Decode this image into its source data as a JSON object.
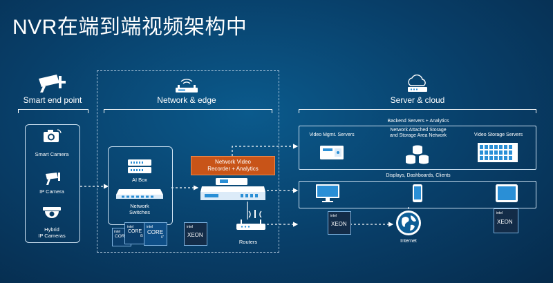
{
  "title": "NVR在端到端视频架构中",
  "sections": {
    "endpoint": "Smart end point",
    "network": "Network & edge",
    "cloud": "Server & cloud"
  },
  "endpoints": {
    "smart_camera": "Smart Camera",
    "ip_camera": "IP Camera",
    "hybrid": "Hybrid\nIP Cameras"
  },
  "edge": {
    "ai_box": "AI Box",
    "switches": "Network\nSwitches",
    "nvr": "Network Video\nRecorder + Analytics",
    "routers": "Routers"
  },
  "cloud": {
    "backend_title": "Backend Servers + Analytics",
    "vms": "Video Mgmt. Servers",
    "nas": "Network Attached Storage\nand Storage Area Network",
    "vss": "Video Storage Servers",
    "displays_title": "Displays, Dashboards, Clients",
    "internet": "Internet"
  },
  "chips": {
    "intel": "intel",
    "core": "CORE",
    "core_i5": "i5",
    "core_i7": "i7",
    "xeon": "XEON"
  },
  "colors": {
    "background": "#083e68",
    "accent_orange": "#c85418",
    "line": "#ffffff",
    "icon_fill": "#ffffff",
    "icon_blue": "#2a8fd6"
  }
}
